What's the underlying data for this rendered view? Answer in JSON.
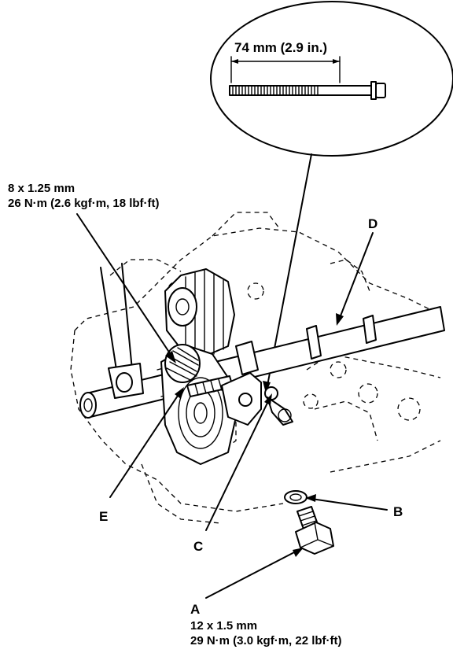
{
  "bolt_spec": {
    "length": "74 mm (2.9 in.)"
  },
  "upper_spec": {
    "size": "8 x 1.25 mm",
    "torque": "26 N·m (2.6 kgf·m, 18 lbf·ft)"
  },
  "callouts": {
    "a": "A",
    "b": "B",
    "c": "C",
    "d": "D",
    "e": "E"
  },
  "lower_spec": {
    "size": "12 x 1.5 mm",
    "torque": "29 N·m (3.0 kgf·m, 22 lbf·ft)"
  }
}
